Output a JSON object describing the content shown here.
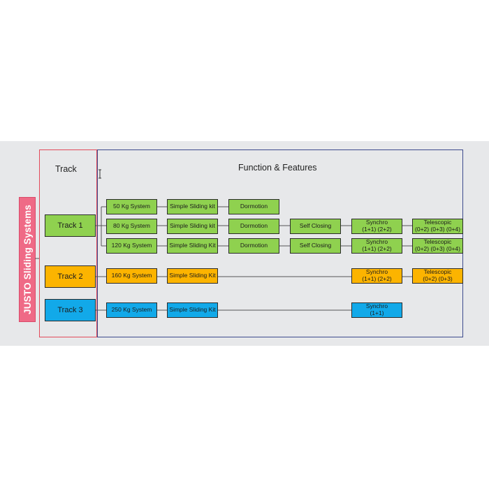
{
  "side_title": "JUSTO Sliding Systems",
  "headers": {
    "track": "Track",
    "features": "Function & Features"
  },
  "colors": {
    "green": "#8fd14f",
    "orange": "#fcb400",
    "blue": "#12a9e9",
    "pink": "#ef6a86",
    "track_frame": "#e24a5a",
    "features_frame": "#3d4a8c"
  },
  "tracks": [
    {
      "label": "Track 1",
      "color": "green"
    },
    {
      "label": "Track 2",
      "color": "orange"
    },
    {
      "label": "Track 3",
      "color": "blue"
    }
  ],
  "systems": [
    {
      "track": "Track 1",
      "weight": "50 Kg System",
      "kit": "Simple Sliding kit",
      "features": [
        "Dormotion"
      ]
    },
    {
      "track": "Track 1",
      "weight": "80 Kg System",
      "kit": "Simple Sliding kit",
      "features": [
        "Dormotion",
        "Self Closing",
        "Synchro (1+1) (2+2)",
        "Telescopic (0+2) (0+3) (0+4)"
      ]
    },
    {
      "track": "Track 1",
      "weight": "120 Kg System",
      "kit": "Simple Sliding Kit",
      "features": [
        "Dormotion",
        "Self Closing",
        "Synchro (1+1) (2+2)",
        "Telescopic (0+2) (0+3) (0+4)"
      ]
    },
    {
      "track": "Track 2",
      "weight": "160 Kg System",
      "kit": "Simple Sliding Kit",
      "features": [
        "Synchro (1+1) (2+2)",
        "Telescopic (0+2) (0+3)"
      ]
    },
    {
      "track": "Track 3",
      "weight": "250 Kg System",
      "kit": "Simple Sliding Kit",
      "features": [
        "Synchro (1+1)"
      ]
    }
  ],
  "labels": {
    "t1": "Track 1",
    "t2": "Track 2",
    "t3": "Track 3",
    "w50": "50 Kg System",
    "w80": "80 Kg System",
    "w120": "120 Kg System",
    "w160": "160 Kg System",
    "w250": "250 Kg System",
    "kit_a": "Simple Sliding kit",
    "kit_b": "Simple Sliding Kit",
    "dormotion": "Dormotion",
    "self_closing": "Self Closing",
    "synchro": "Synchro",
    "synchro_12": "(1+1) (2+2)",
    "synchro_1": "(1+1)",
    "telescopic": "Telescopic",
    "tele_234": "(0+2) (0+3) (0+4)",
    "tele_23": "(0+2) (0+3)"
  }
}
